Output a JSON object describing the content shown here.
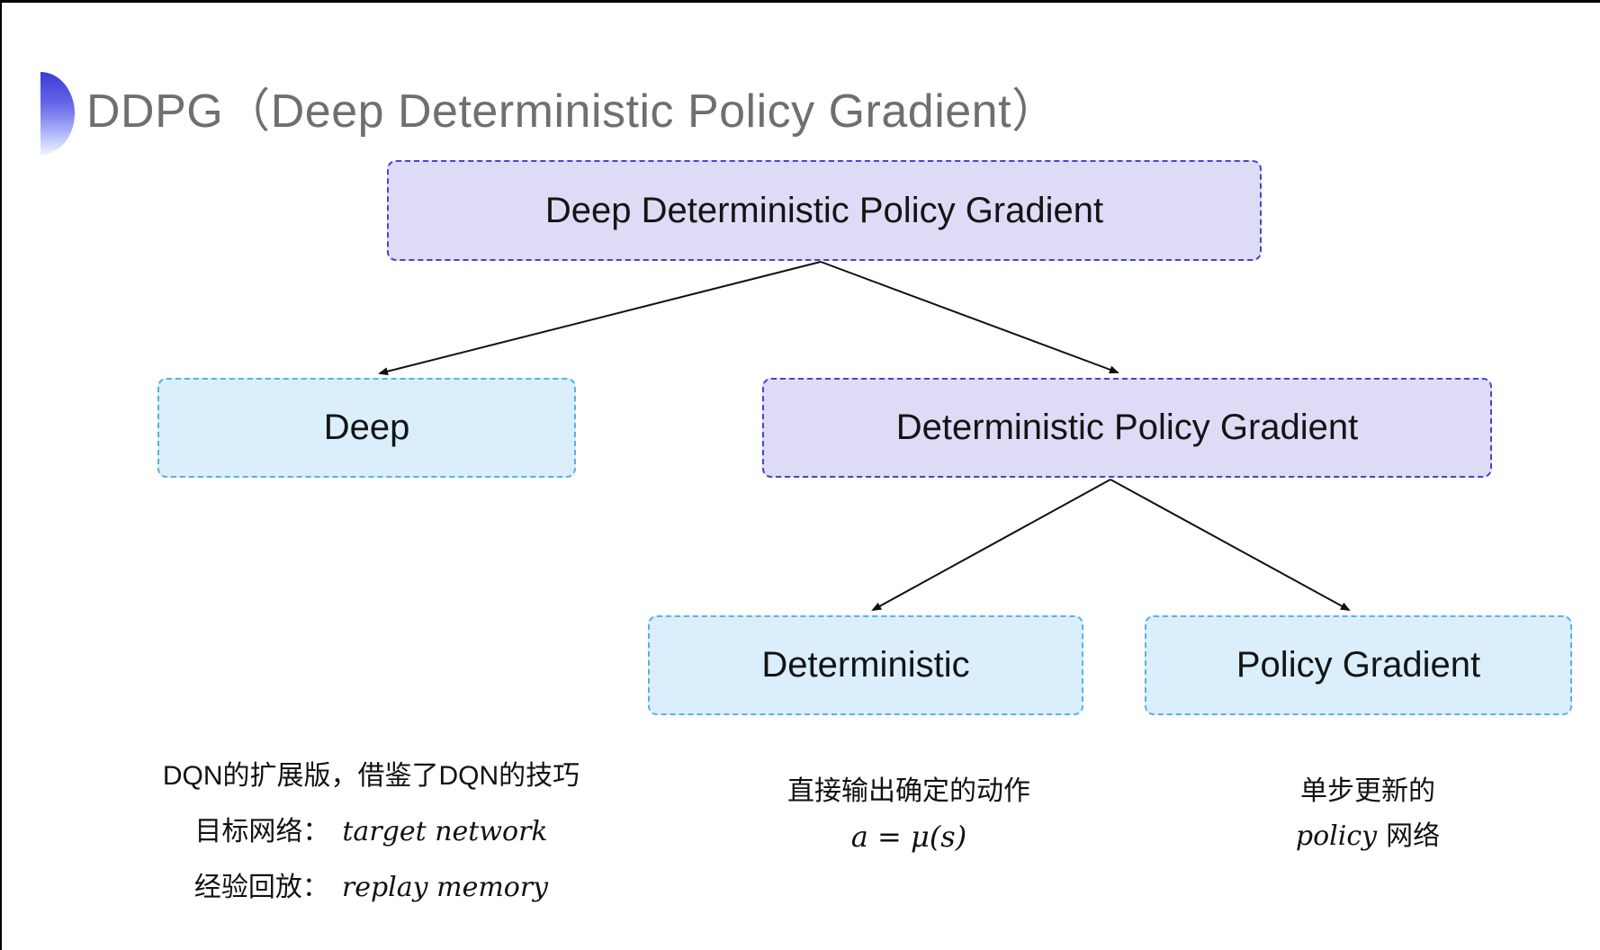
{
  "header": {
    "title": "DDPG（Deep Deterministic Policy Gradient）"
  },
  "tree": {
    "root": "Deep Deterministic Policy Gradient",
    "deep": "Deep",
    "dpg": "Deterministic Policy Gradient",
    "deterministic": "Deterministic",
    "policy_gradient": "Policy Gradient"
  },
  "notes": {
    "deep": {
      "line1": "DQN的扩展版，借鉴了DQN的技巧",
      "target_label": "目标网络：",
      "target_term": "target network",
      "replay_label": "经验回放：",
      "replay_term": "replay memory"
    },
    "deterministic": {
      "line1": "直接输出确定的动作",
      "formula": "a = μ(s)"
    },
    "policy_gradient": {
      "line1": "单步更新的",
      "term": "policy",
      "suffix": "网络"
    }
  },
  "colors": {
    "purple_fill": "#dedbf6",
    "purple_border": "#4444d2",
    "cyan_fill": "#daeefb",
    "cyan_border": "#58b1e4",
    "title_gray": "#6f6f6f",
    "arrow": "#111111",
    "accent_gradient_top": "#3a3ad8"
  }
}
